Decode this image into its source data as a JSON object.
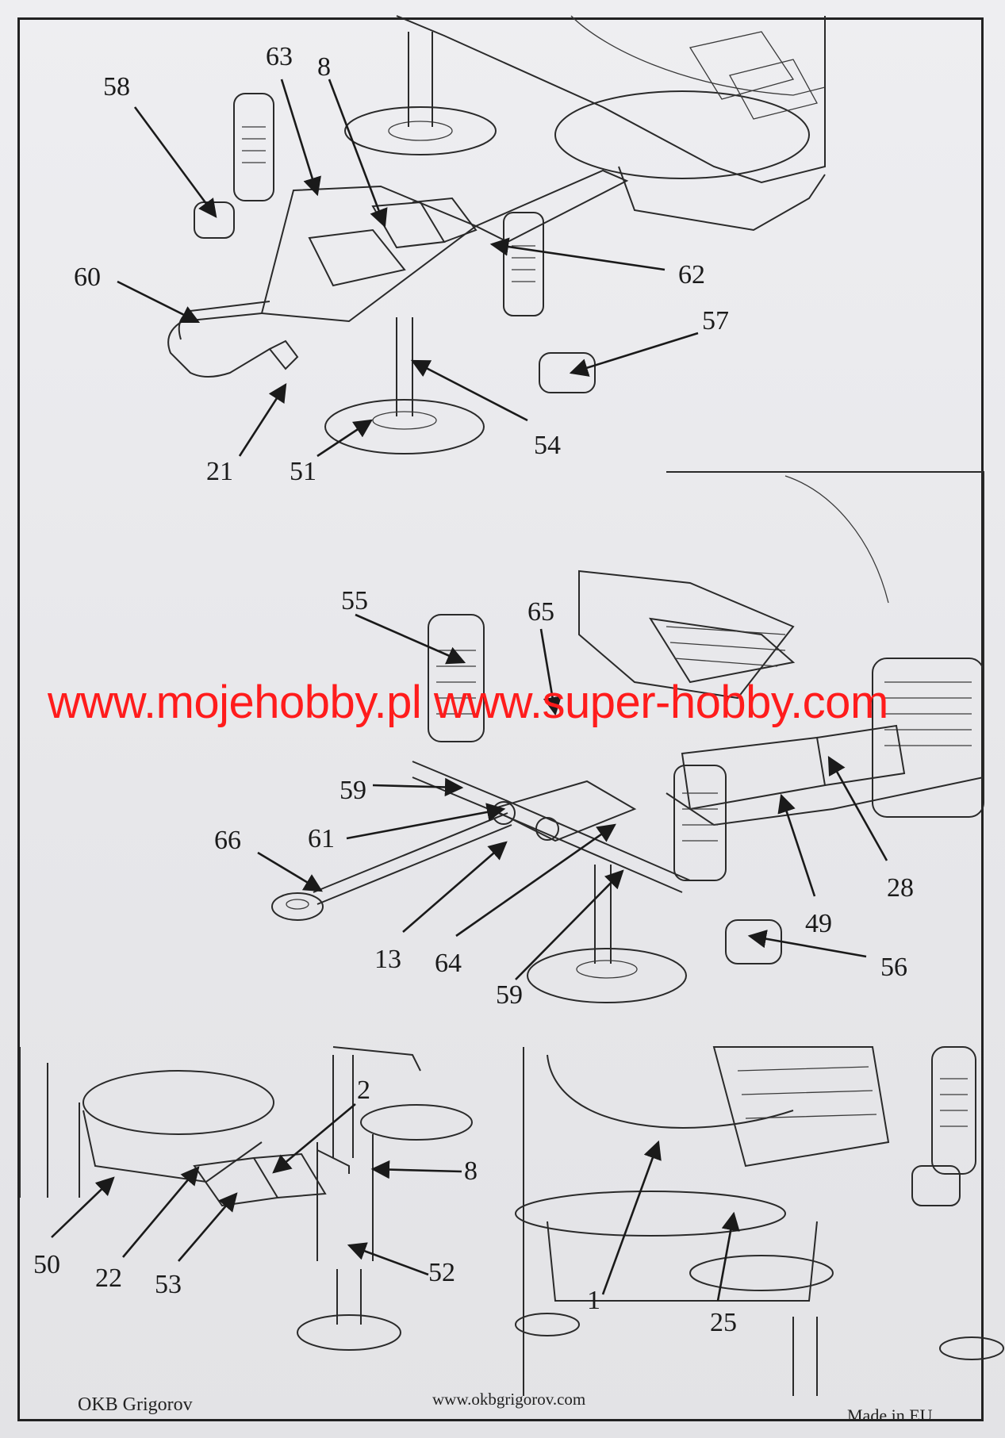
{
  "callouts": {
    "c58": "58",
    "c63": "63",
    "c8a": "8",
    "c60": "60",
    "c62": "62",
    "c57": "57",
    "c21": "21",
    "c51": "51",
    "c54": "54",
    "c55": "55",
    "c65": "65",
    "c59a": "59",
    "c66": "66",
    "c61": "61",
    "c13": "13",
    "c64": "64",
    "c59b": "59",
    "c49": "49",
    "c28": "28",
    "c56": "56",
    "c2": "2",
    "c8b": "8",
    "c50": "50",
    "c22": "22",
    "c53": "53",
    "c52": "52",
    "c1": "1",
    "c25": "25"
  },
  "watermark": "www.mojehobby.pl www.super-hobby.com",
  "footer": {
    "publisher": "OKB Grigorov",
    "website": "www.okbgrigorov.com",
    "origin": "Made in EU"
  },
  "colors": {
    "watermark": "#ff1c1c",
    "ink": "#1a1a1a"
  }
}
